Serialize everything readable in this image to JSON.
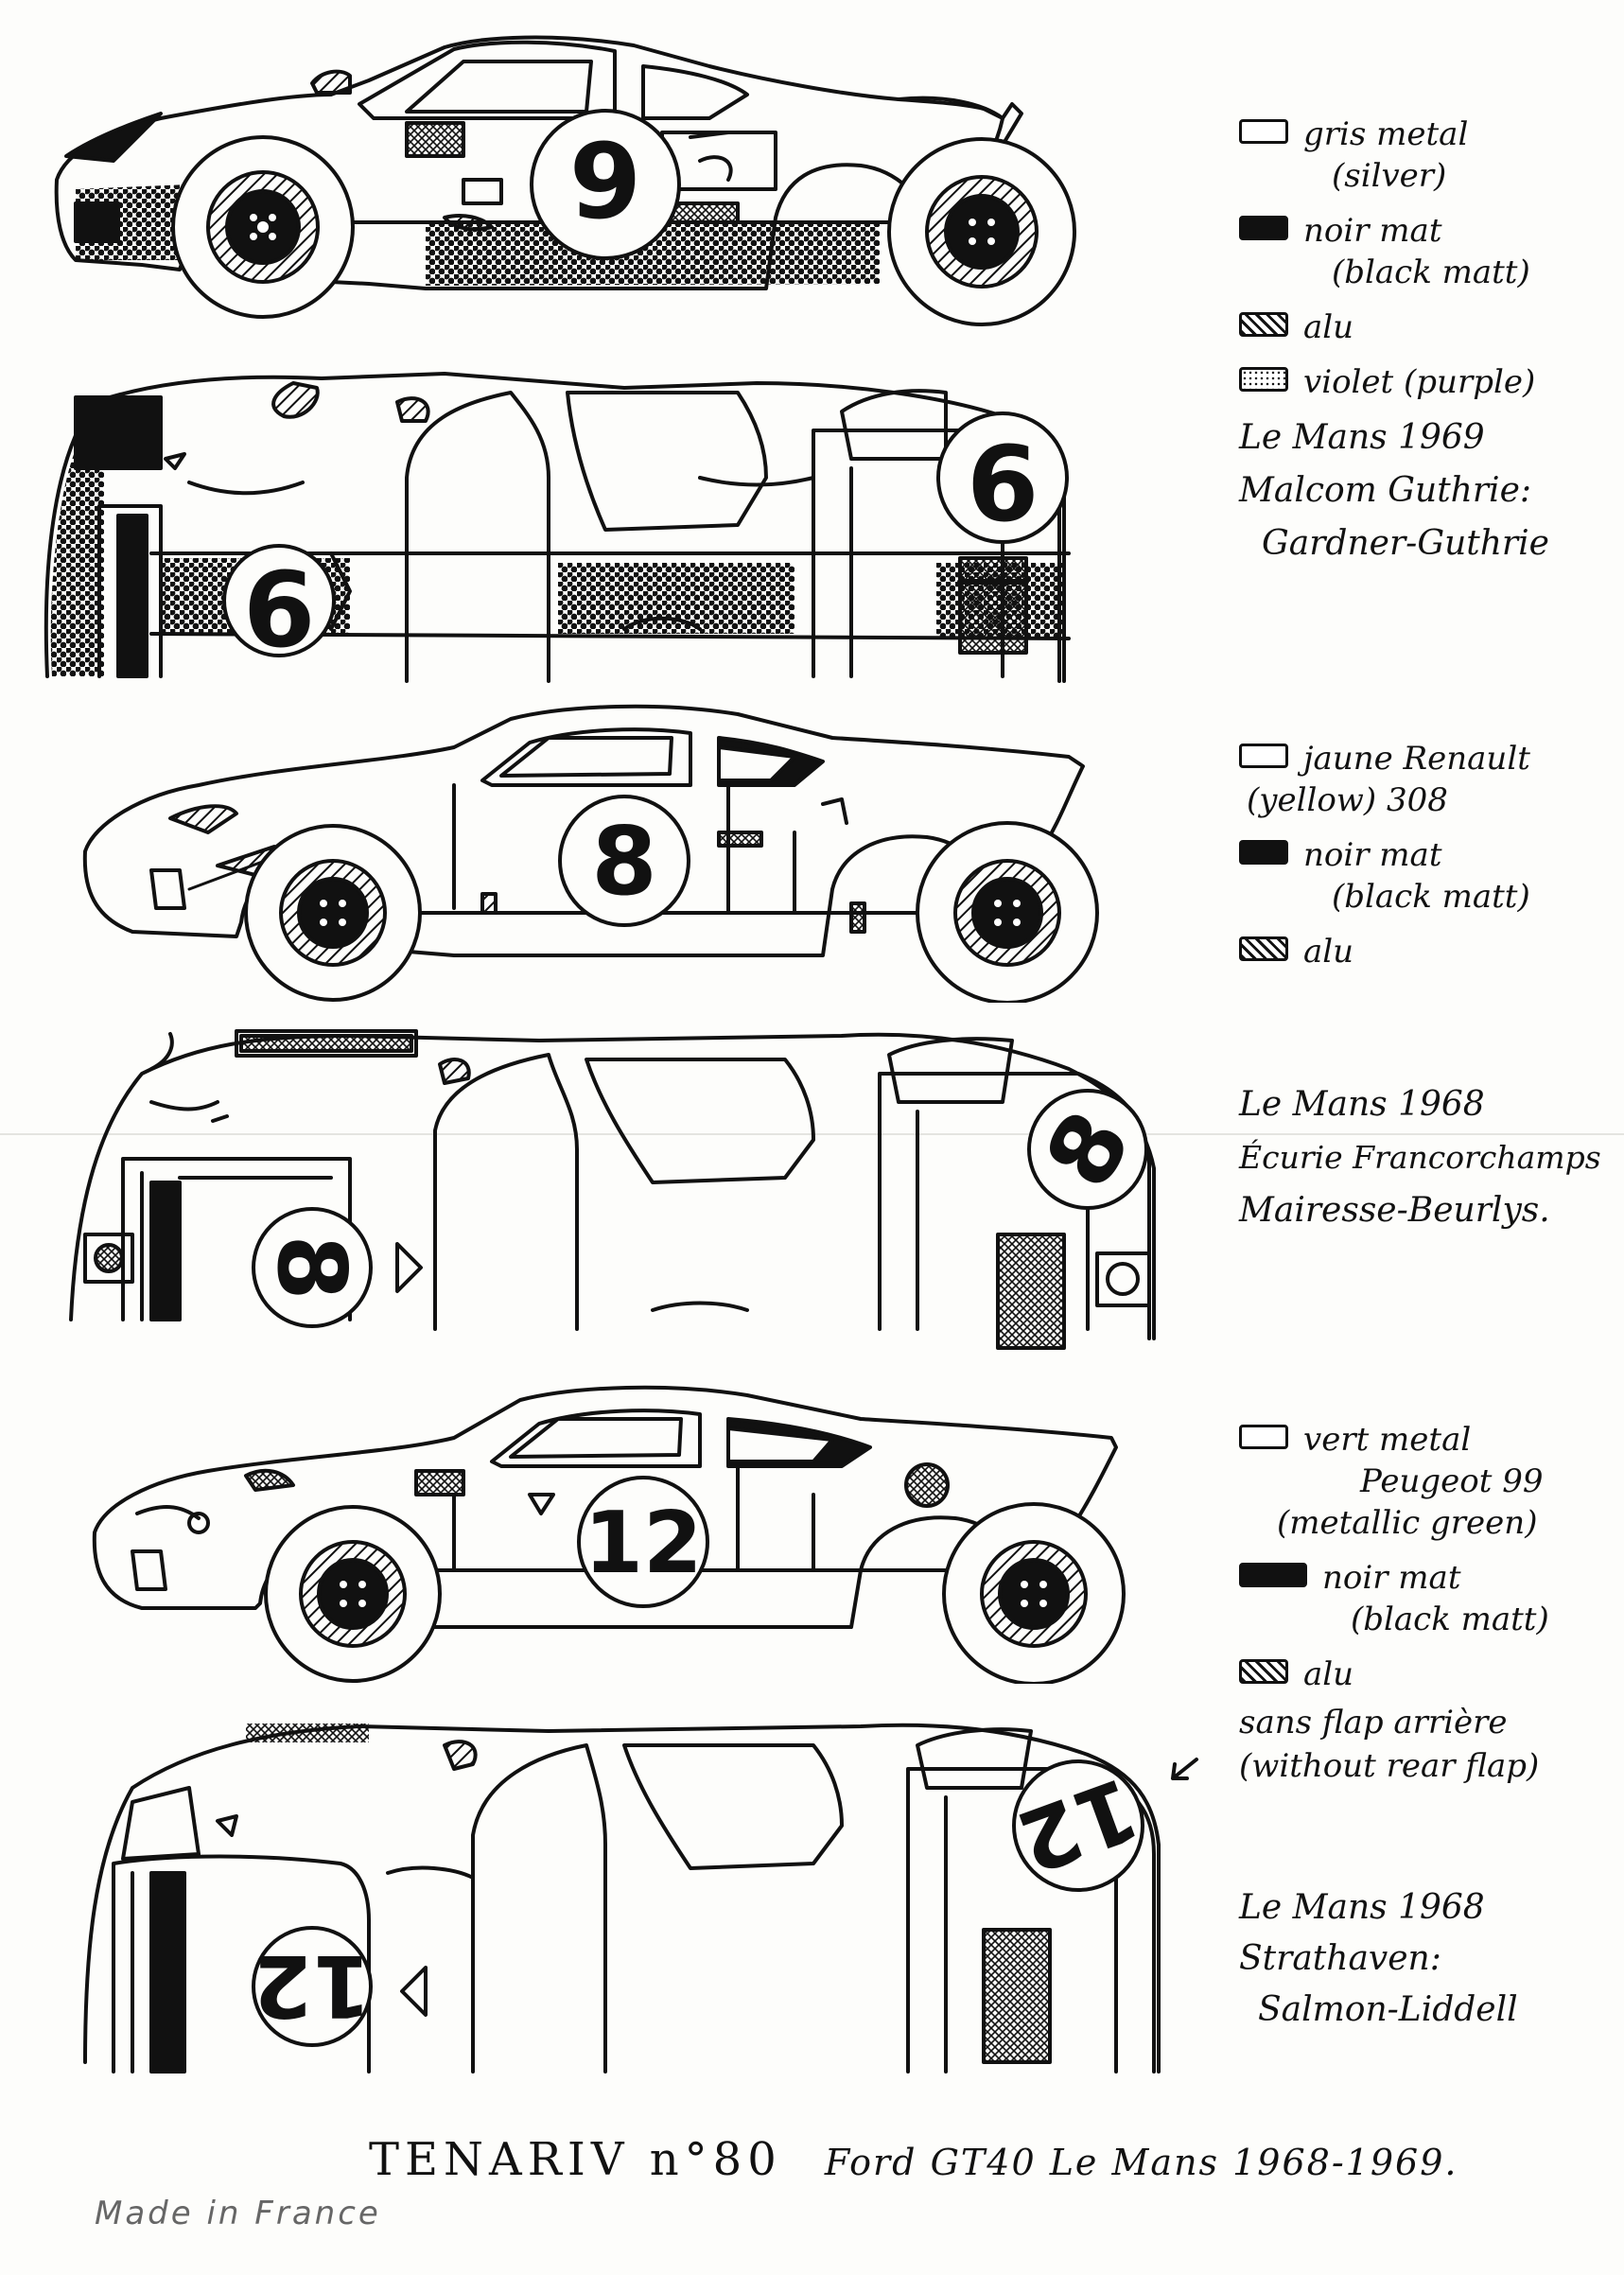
{
  "cars": [
    {
      "number": "9",
      "legend": [
        {
          "swatch": "white",
          "text": "gris metal",
          "sub": "(silver)"
        },
        {
          "swatch": "black",
          "text": "noir mat",
          "sub": "(black matt)"
        },
        {
          "swatch": "hatch",
          "text": "alu",
          "sub": ""
        },
        {
          "swatch": "dots",
          "text": "violet (purple)",
          "sub": ""
        }
      ],
      "race": [
        "Le Mans 1969",
        "Malcom Guthrie:",
        "Gardner-Guthrie"
      ]
    },
    {
      "number": "8",
      "legend": [
        {
          "swatch": "white",
          "text": "jaune Renault",
          "sub": "(yellow) 308"
        },
        {
          "swatch": "black",
          "text": "noir mat",
          "sub": "(black matt)"
        },
        {
          "swatch": "hatch",
          "text": "alu",
          "sub": ""
        }
      ],
      "race": [
        "Le Mans 1968",
        "Écurie Francorchamps",
        "Mairesse-Beurlys."
      ]
    },
    {
      "number": "12",
      "legend": [
        {
          "swatch": "white",
          "text": "vert metal",
          "sub": "Peugeot 99"
        },
        {
          "swatch": "white-cont",
          "text": "(metallic green)",
          "sub": ""
        },
        {
          "swatch": "black",
          "text": "noir mat",
          "sub": "(black matt)"
        },
        {
          "swatch": "hatch",
          "text": "alu",
          "sub": ""
        }
      ],
      "note": [
        "sans flap arrière",
        "(without rear flap)"
      ],
      "race": [
        "Le Mans 1968",
        "Strathaven:",
        "Salmon-Liddell"
      ]
    }
  ],
  "footer": {
    "brand": "TENARIV n°80",
    "model": "Ford GT40 Le Mans 1968-1969."
  },
  "made_in": "Made in France"
}
